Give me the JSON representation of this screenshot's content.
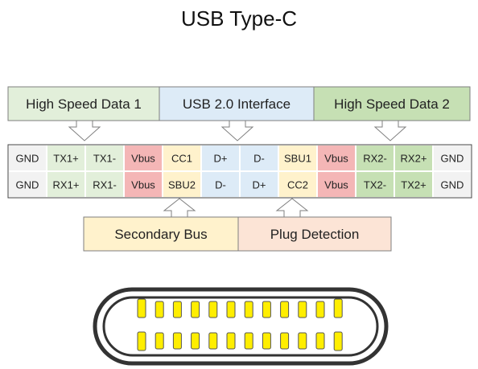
{
  "title": "USB Type-C",
  "groups_top": [
    {
      "label": "High Speed Data 1",
      "color": "#e2efda"
    },
    {
      "label": "USB 2.0 Interface",
      "color": "#ddebf7"
    },
    {
      "label": "High Speed Data 2",
      "color": "#c6e0b4"
    }
  ],
  "groups_bottom": [
    {
      "label": "Secondary Bus",
      "color": "#fff2cc"
    },
    {
      "label": "Plug Detection",
      "color": "#fce4d6"
    }
  ],
  "pins_top": [
    "GND",
    "TX1+",
    "TX1-",
    "Vbus",
    "CC1",
    "D+",
    "D-",
    "SBU1",
    "Vbus",
    "RX2-",
    "RX2+",
    "GND"
  ],
  "pins_bottom": [
    "GND",
    "RX1+",
    "RX1-",
    "Vbus",
    "SBU2",
    "D-",
    "D+",
    "CC2",
    "Vbus",
    "TX2-",
    "TX2+",
    "GND"
  ],
  "pin_colors": [
    "#f2f2f2",
    "#e2efda",
    "#e2efda",
    "#f4b6b6",
    "#fff2cc",
    "#ddebf7",
    "#ddebf7",
    "#fff2cc",
    "#f4b6b6",
    "#c6e0b4",
    "#c6e0b4",
    "#f2f2f2"
  ],
  "colors": {
    "border": "#7f7f7f",
    "arrow_fill": "#ffffff",
    "connector_outline": "#333333",
    "contact_fill": "#ffee00",
    "contact_stroke": "#555555",
    "shell_fill": "#ffffff"
  }
}
